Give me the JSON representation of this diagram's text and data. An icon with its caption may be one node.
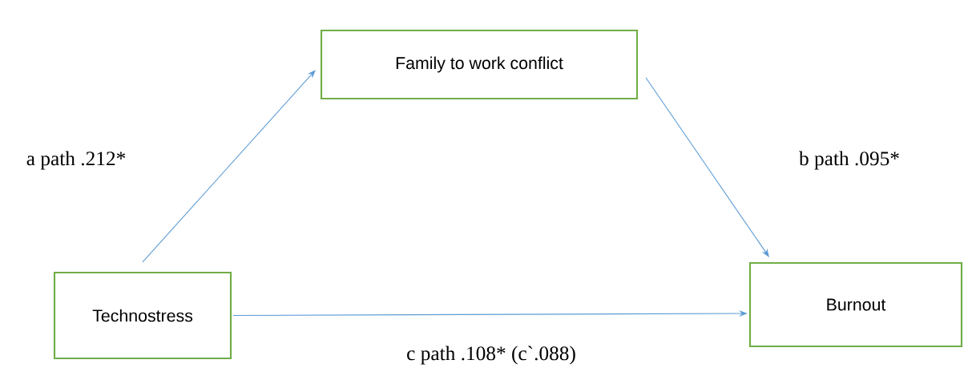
{
  "diagram": {
    "nodes": [
      {
        "text": [
          "Family to work conflict"
        ]
      },
      {
        "text": [
          "Technostress"
        ]
      },
      {
        "text": [
          "Burnout"
        ]
      }
    ],
    "edges": [
      {
        "from": 1,
        "to": 0,
        "arrow": "to",
        "label": "a path .212*"
      },
      {
        "from": 0,
        "to": 2,
        "arrow": "to",
        "label": "b path .095*"
      },
      {
        "from": 1,
        "to": 2,
        "arrow": "to",
        "label": "c path .108* (c`.088)"
      }
    ]
  }
}
